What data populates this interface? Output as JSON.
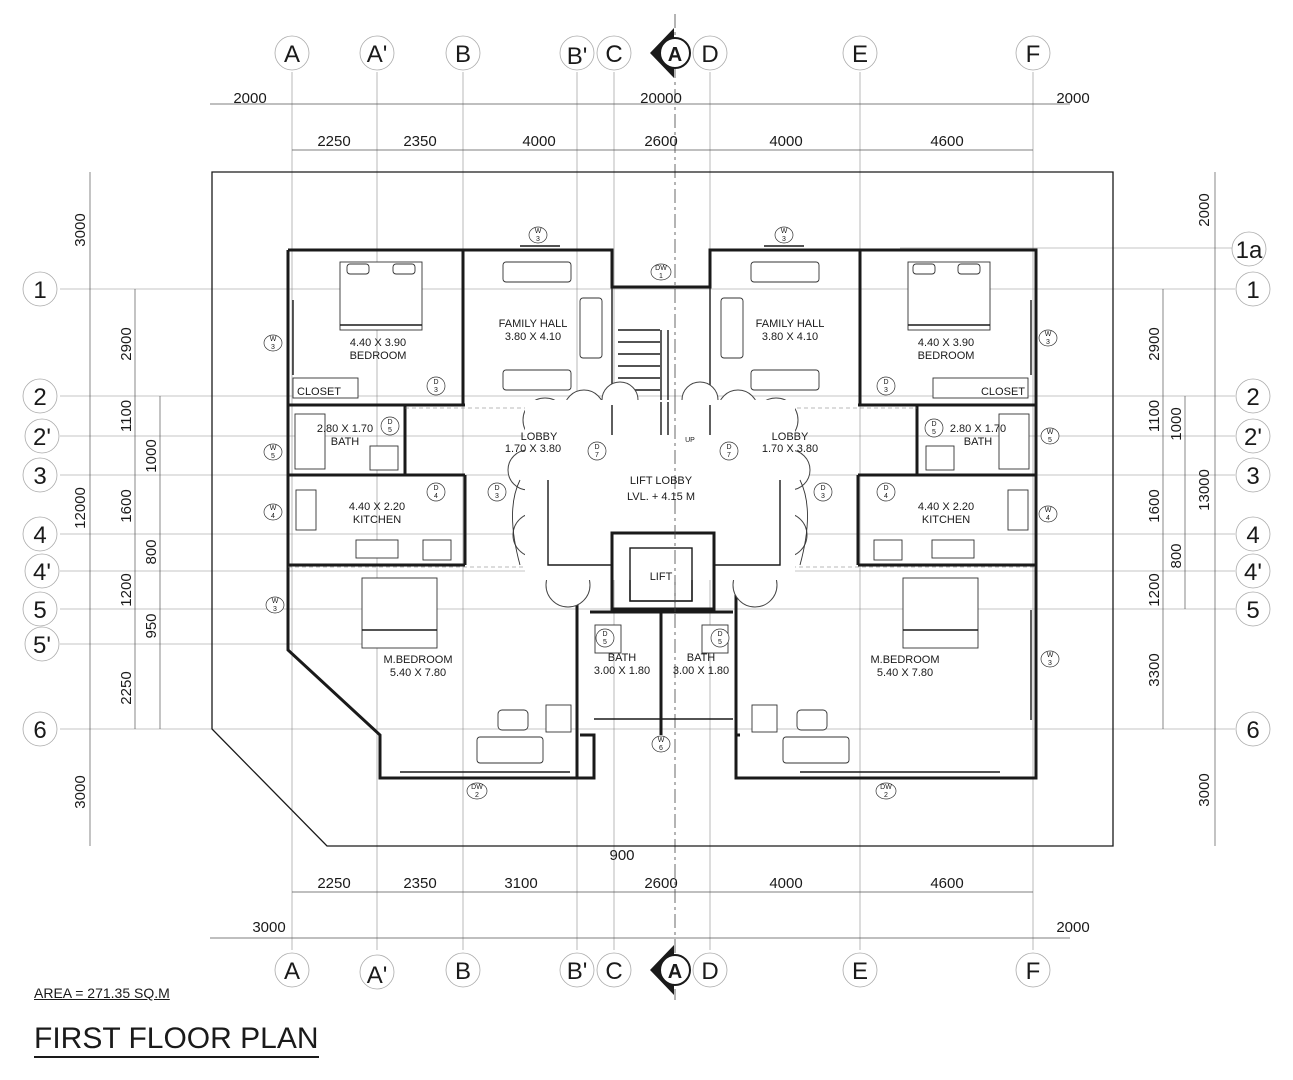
{
  "plan": {
    "title": "FIRST FLOOR PLAN",
    "area": "AREA = 271.35 SQ.M",
    "section_marker": "A",
    "level_text": "LVL. + 4.15 M"
  },
  "grid": {
    "columns": [
      "A",
      "A'",
      "B",
      "B'",
      "C",
      "D",
      "E",
      "F"
    ],
    "rows_left": [
      "1",
      "2",
      "2'",
      "3",
      "4",
      "4'",
      "5",
      "5'",
      "6"
    ],
    "rows_right": [
      "1a",
      "1",
      "2",
      "2'",
      "3",
      "4",
      "4'",
      "5",
      "6"
    ]
  },
  "dimensions": {
    "top_overall": [
      "2000",
      "20000",
      "2000"
    ],
    "top_bays": [
      "2250",
      "2350",
      "4000",
      "2600",
      "4000",
      "4600"
    ],
    "bottom_bays": [
      "2250",
      "2350",
      "3100",
      "2600",
      "4000",
      "4600"
    ],
    "bottom_overall": [
      "3000",
      "2000"
    ],
    "bottom_middle": "900",
    "left_outer": [
      "3000",
      "12000",
      "3000"
    ],
    "left_inner": [
      "2900",
      "1100",
      "1600",
      "1200",
      "2250"
    ],
    "left_inner2": [
      "1000",
      "800",
      "950"
    ],
    "right_outer": [
      "2000",
      "13000",
      "3000"
    ],
    "right_inner": [
      "2900",
      "1100",
      "1600",
      "1200",
      "3300"
    ],
    "right_inner2": [
      "1000",
      "800"
    ]
  },
  "rooms": {
    "bedroom_l": {
      "size": "4.40 X 3.90",
      "name": "BEDROOM"
    },
    "bedroom_r": {
      "size": "4.40 X 3.90",
      "name": "BEDROOM"
    },
    "closet_l": "CLOSET",
    "closet_r": "CLOSET",
    "family_l": {
      "name": "FAMILY HALL",
      "size": "3.80 X 4.10"
    },
    "family_r": {
      "name": "FAMILY HALL",
      "size": "3.80 X 4.10"
    },
    "bath_l": {
      "size": "2.80 X 1.70",
      "name": "BATH"
    },
    "bath_r": {
      "size": "2.80 X 1.70",
      "name": "BATH"
    },
    "kitchen_l": {
      "size": "4.40 X 2.20",
      "name": "KITCHEN"
    },
    "kitchen_r": {
      "size": "4.40 X 2.20",
      "name": "KITCHEN"
    },
    "lobby_l": {
      "name": "LOBBY",
      "size": "1.70 X 3.80"
    },
    "lobby_r": {
      "name": "LOBBY",
      "size": "1.70 X 3.80"
    },
    "lift_lobby": "LIFT LOBBY",
    "lift": "LIFT",
    "up": "UP",
    "mbed_l": {
      "name": "M.BEDROOM",
      "size": "5.40 X 7.80"
    },
    "mbed_r": {
      "name": "M.BEDROOM",
      "size": "5.40 X 7.80"
    },
    "cbath_l": {
      "name": "BATH",
      "size": "3.00 X 1.80"
    },
    "cbath_r": {
      "name": "BATH",
      "size": "3.00 X 1.80"
    }
  },
  "tags": {
    "W": "W",
    "D": "D",
    "DW": "DW",
    "n1": "1",
    "n2": "2",
    "n3": "3",
    "n4": "4",
    "n5": "5",
    "n6": "6",
    "n7": "7"
  },
  "colors": {
    "line": "#1a1a1a",
    "grid": "#8a8a8a",
    "background": "#ffffff"
  }
}
